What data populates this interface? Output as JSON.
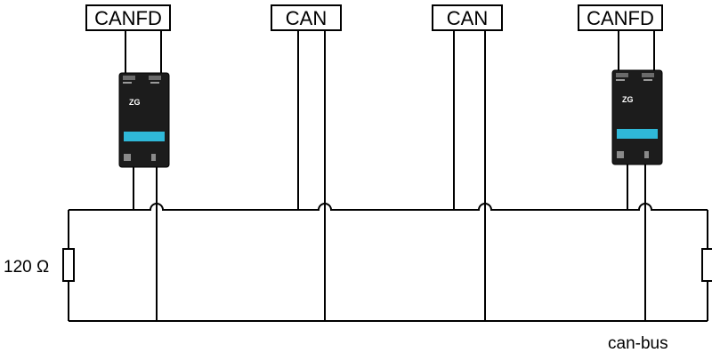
{
  "nodes": [
    {
      "label": "CANFD"
    },
    {
      "label": "CAN"
    },
    {
      "label": "CAN"
    },
    {
      "label": "CANFD"
    }
  ],
  "devices": [
    {
      "logo": "ZG"
    },
    {
      "logo": "ZG"
    }
  ],
  "resistor_label": "120 Ω",
  "bus_label": "can-bus"
}
